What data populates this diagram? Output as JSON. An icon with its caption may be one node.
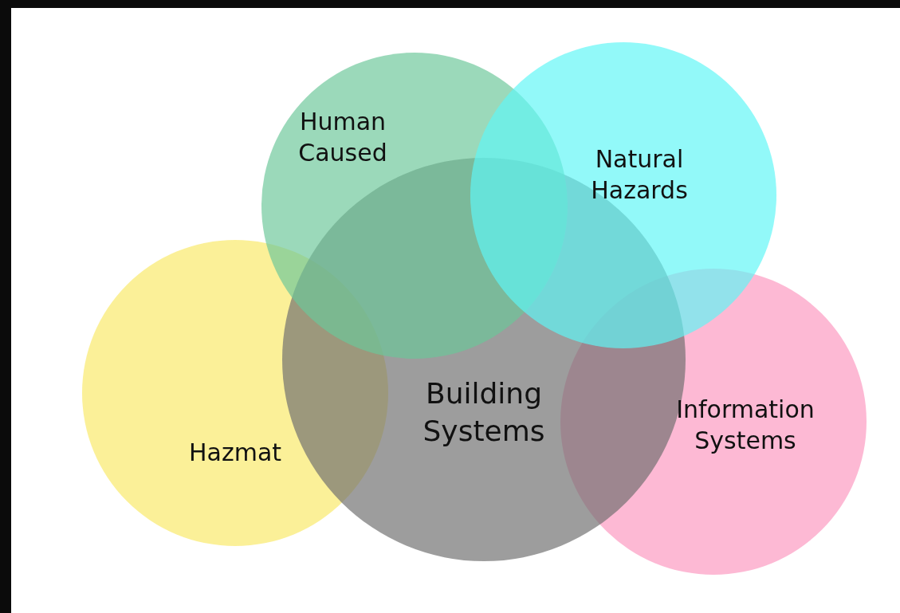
{
  "diagram": {
    "nodes": [
      {
        "text": [
          "Human Caused"
        ]
      },
      {
        "text": [
          "Natural Hazards"
        ]
      },
      {
        "text": [
          "Building Systems"
        ]
      },
      {
        "text": [
          "Hazmat"
        ]
      },
      {
        "text": [
          "Information Systems"
        ]
      }
    ]
  }
}
